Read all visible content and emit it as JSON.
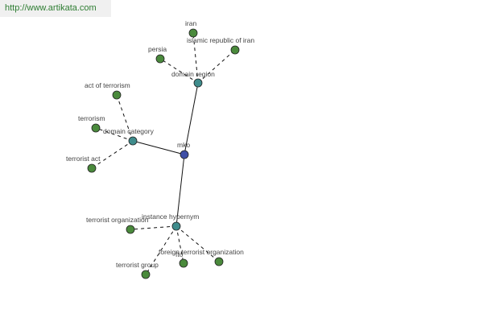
{
  "watermark": "http://www.artikata.com",
  "colors": {
    "root": "#3f4fa6",
    "relation": "#3f8c8c",
    "leaf": "#4a8a3c",
    "node_stroke": "#222222",
    "edge": "#111111"
  },
  "graph": {
    "nodes": [
      {
        "id": "root",
        "label": "mko",
        "kind": "root"
      },
      {
        "id": "domain-region",
        "label": "domain region",
        "kind": "relation"
      },
      {
        "id": "domain-category",
        "label": "domain category",
        "kind": "relation"
      },
      {
        "id": "instance-hypernym",
        "label": "instance hypernym",
        "kind": "relation"
      },
      {
        "id": "iran",
        "label": "iran",
        "kind": "leaf"
      },
      {
        "id": "islamic-republic-of-iran",
        "label": "islamic republic of iran",
        "kind": "leaf"
      },
      {
        "id": "persia",
        "label": "persia",
        "kind": "leaf"
      },
      {
        "id": "act-of-terrorism",
        "label": "act of terrorism",
        "kind": "leaf"
      },
      {
        "id": "terrorism",
        "label": "terrorism",
        "kind": "leaf"
      },
      {
        "id": "terrorist-act",
        "label": "terrorist act",
        "kind": "leaf"
      },
      {
        "id": "terrorist-organization",
        "label": "terrorist organization",
        "kind": "leaf"
      },
      {
        "id": "foreign-terrorist-organization",
        "label": "foreign terrorist organization",
        "kind": "leaf"
      },
      {
        "id": "fto",
        "label": "fto",
        "kind": "leaf"
      },
      {
        "id": "terrorist-group",
        "label": "terrorist group",
        "kind": "leaf"
      }
    ],
    "edges": [
      {
        "from": "root",
        "to": "domain-region",
        "style": "solid"
      },
      {
        "from": "root",
        "to": "domain-category",
        "style": "solid"
      },
      {
        "from": "root",
        "to": "instance-hypernym",
        "style": "solid"
      },
      {
        "from": "domain-region",
        "to": "iran",
        "style": "dashed"
      },
      {
        "from": "domain-region",
        "to": "islamic-republic-of-iran",
        "style": "dashed"
      },
      {
        "from": "domain-region",
        "to": "persia",
        "style": "dashed"
      },
      {
        "from": "domain-category",
        "to": "act-of-terrorism",
        "style": "dashed"
      },
      {
        "from": "domain-category",
        "to": "terrorism",
        "style": "dashed"
      },
      {
        "from": "domain-category",
        "to": "terrorist-act",
        "style": "dashed"
      },
      {
        "from": "instance-hypernym",
        "to": "terrorist-organization",
        "style": "dashed"
      },
      {
        "from": "instance-hypernym",
        "to": "foreign-terrorist-organization",
        "style": "dashed"
      },
      {
        "from": "instance-hypernym",
        "to": "fto",
        "style": "dashed"
      },
      {
        "from": "instance-hypernym",
        "to": "terrorist-group",
        "style": "dashed"
      }
    ]
  }
}
